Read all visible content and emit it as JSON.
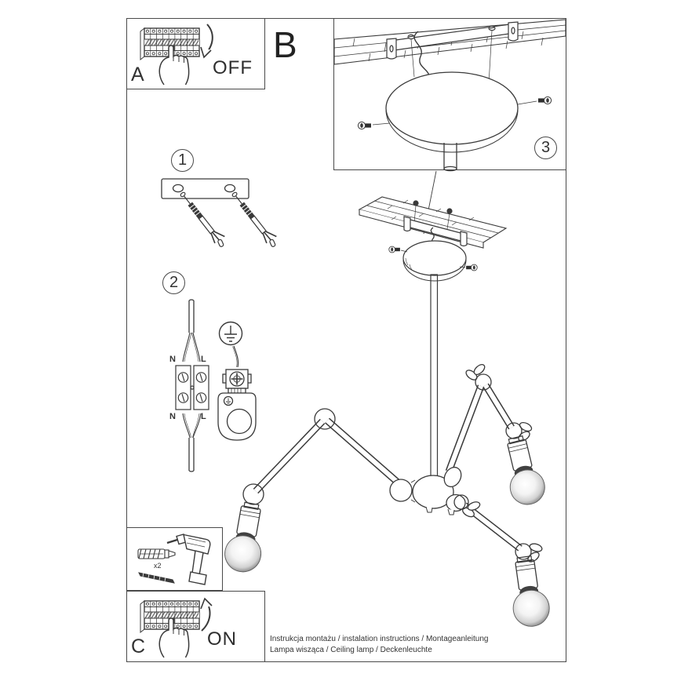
{
  "steps": {
    "one": "1",
    "two": "2",
    "three": "3"
  },
  "panels": {
    "a": {
      "label": "A",
      "action": "OFF"
    },
    "b": {
      "label": "B"
    },
    "c": {
      "label": "C",
      "action": "ON"
    }
  },
  "wiring_labels": {
    "top_n": "N",
    "top_l": "L",
    "bottom_n": "N",
    "bottom_l": "L"
  },
  "hardware": {
    "anchor_qty": "x2"
  },
  "footer": {
    "line1": "Instrukcja montażu / instalation instructions / Montageanleitung",
    "line2": "Lampa wisząca / Ceiling lamp  / Deckenleuchte"
  },
  "icons": {
    "breaker-panel-icon": "fuse box strip",
    "pointing-hand-icon": "hand pressing breaker",
    "arrow-down-icon": "curved arrow down (switch OFF)",
    "arrow-up-icon": "curved arrow up (switch ON)",
    "wall-anchor-icon": "expansion plug with screw",
    "terminal-block-icon": "2-pole luster terminal",
    "earth-symbol-icon": "protective earth in circle",
    "earth-clamp-icon": "grounding terminal body",
    "drill-icon": "cordless drill",
    "screw-icon": "mounting screw",
    "ceiling-lamp-icon": "spider arm pendant lamp with bulbs"
  },
  "colors": {
    "ink": "#3a3a3a",
    "paper": "#ffffff"
  }
}
